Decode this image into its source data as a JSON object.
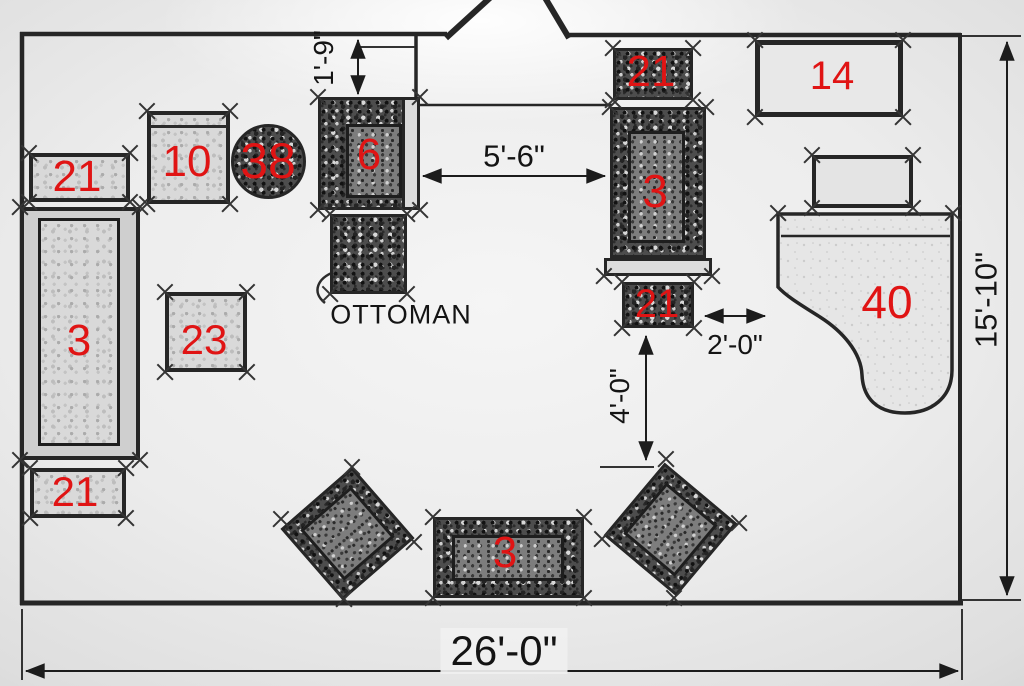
{
  "plan": {
    "furniture_labels": [
      "21",
      "10",
      "38",
      "6",
      "21",
      "14",
      "3",
      "3",
      "23",
      "21",
      "40",
      "21",
      "3"
    ],
    "dimensions": {
      "door_to_chair": "1'-9\"",
      "chair_gap": "5'-6\"",
      "table_to_piano": "2'-0\"",
      "walkway": "4'-0\"",
      "room_depth": "15'-10\"",
      "room_width": "26'-0\""
    },
    "annotations": {
      "ottoman": "OTTOMAN"
    }
  },
  "colors": {
    "label_red": "#e01414",
    "line_dark": "#262626"
  }
}
